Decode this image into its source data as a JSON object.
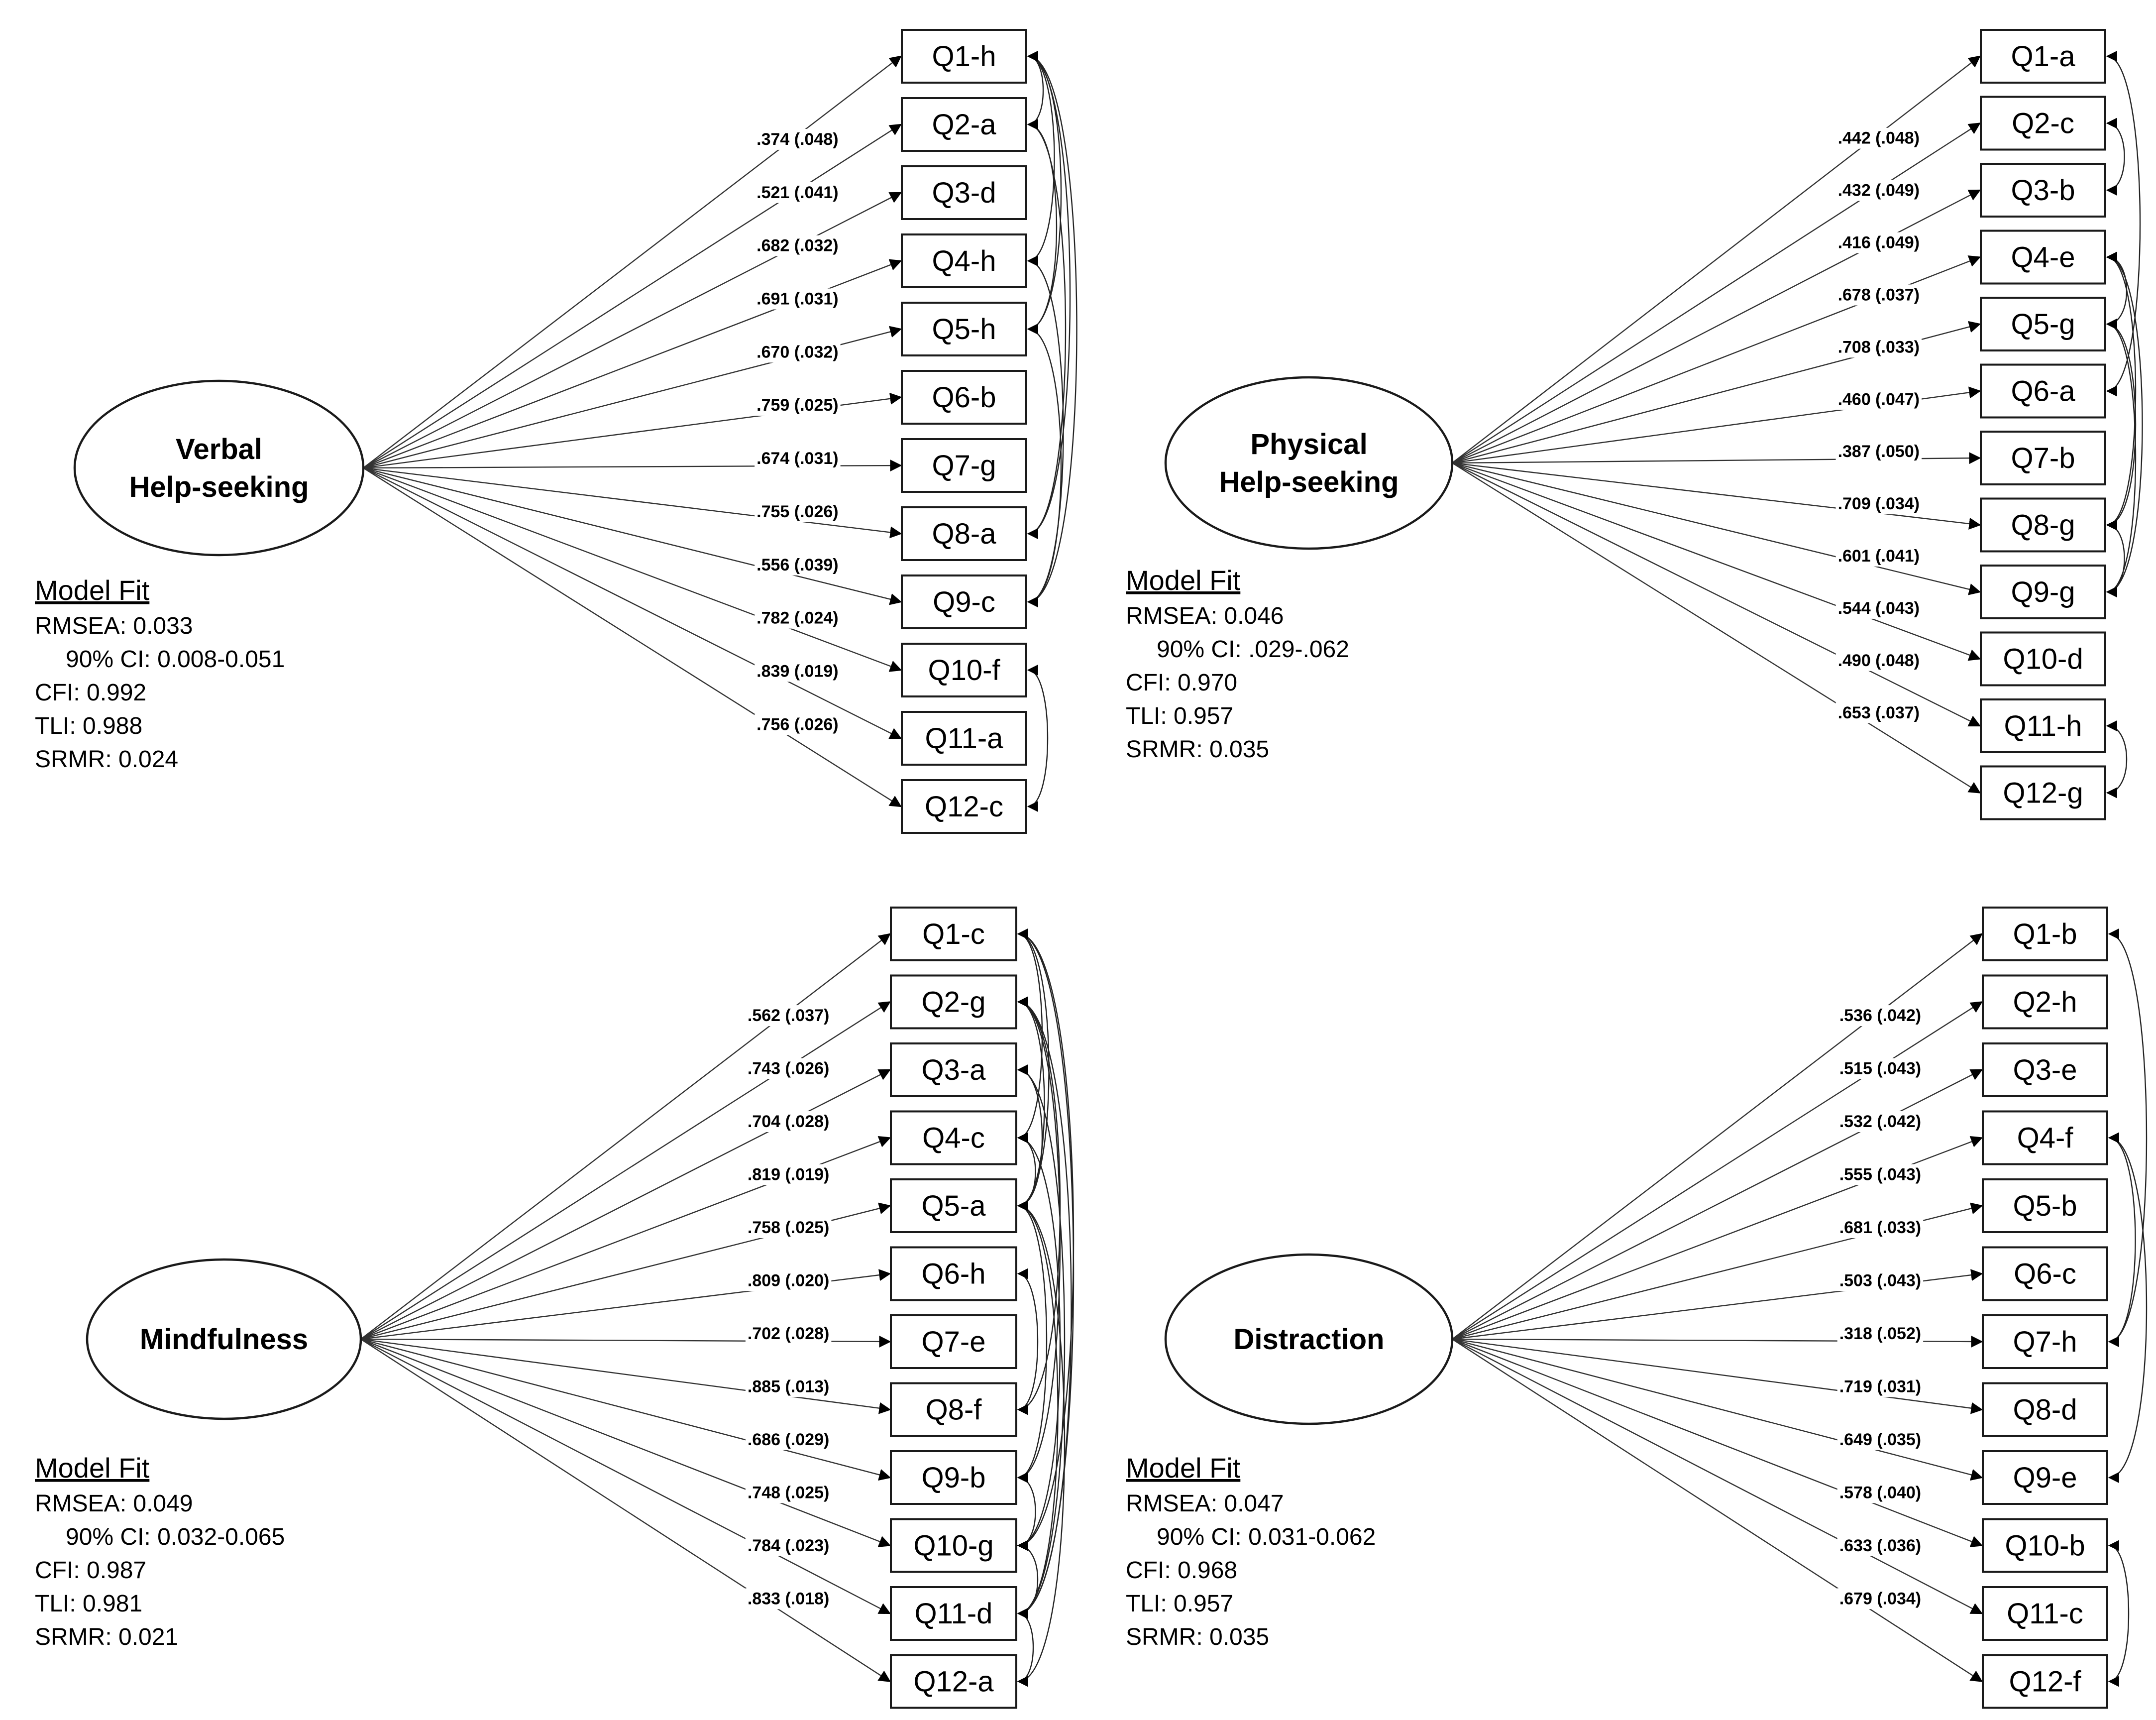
{
  "models": [
    {
      "latent": "Verbal\nHelp-seeking",
      "items": [
        {
          "label": "Q1-h",
          "loading": ".374 (.048)"
        },
        {
          "label": "Q2-a",
          "loading": ".521 (.041)"
        },
        {
          "label": "Q3-d",
          "loading": ".682 (.032)"
        },
        {
          "label": "Q4-h",
          "loading": ".691 (.031)"
        },
        {
          "label": "Q5-h",
          "loading": ".670 (.032)"
        },
        {
          "label": "Q6-b",
          "loading": ".759 (.025)"
        },
        {
          "label": "Q7-g",
          "loading": ".674 (.031)"
        },
        {
          "label": "Q8-a",
          "loading": ".755 (.026)"
        },
        {
          "label": "Q9-c",
          "loading": ".556 (.039)"
        },
        {
          "label": "Q10-f",
          "loading": ".782 (.024)"
        },
        {
          "label": "Q11-a",
          "loading": ".839 (.019)"
        },
        {
          "label": "Q12-c",
          "loading": ".756 (.026)"
        }
      ],
      "covariances": [
        [
          1,
          2
        ],
        [
          1,
          4
        ],
        [
          1,
          5
        ],
        [
          1,
          8
        ],
        [
          1,
          9
        ],
        [
          2,
          5
        ],
        [
          2,
          8
        ],
        [
          4,
          9
        ],
        [
          5,
          9
        ],
        [
          10,
          12
        ]
      ],
      "fit": {
        "heading": "Model Fit",
        "lines": [
          "RMSEA: 0.033",
          "   90% CI: 0.008-0.051",
          "CFI:  0.992",
          "TLI:  0.988",
          "SRMR:  0.024"
        ]
      }
    },
    {
      "latent": "Physical\nHelp-seeking",
      "items": [
        {
          "label": "Q1-a",
          "loading": ".442 (.048)"
        },
        {
          "label": "Q2-c",
          "loading": ".432 (.049)"
        },
        {
          "label": "Q3-b",
          "loading": ".416 (.049)"
        },
        {
          "label": "Q4-e",
          "loading": ".678 (.037)"
        },
        {
          "label": "Q5-g",
          "loading": ".708 (.033)"
        },
        {
          "label": "Q6-a",
          "loading": ".460 (.047)"
        },
        {
          "label": "Q7-b",
          "loading": ".387 (.050)"
        },
        {
          "label": "Q8-g",
          "loading": ".709 (.034)"
        },
        {
          "label": "Q9-g",
          "loading": ".601 (.041)"
        },
        {
          "label": "Q10-d",
          "loading": ".544 (.043)"
        },
        {
          "label": "Q11-h",
          "loading": ".490 (.048)"
        },
        {
          "label": "Q12-g",
          "loading": ".653 (.037)"
        }
      ],
      "covariances": [
        [
          1,
          6
        ],
        [
          2,
          3
        ],
        [
          4,
          5
        ],
        [
          4,
          8
        ],
        [
          4,
          9
        ],
        [
          5,
          8
        ],
        [
          5,
          9
        ],
        [
          8,
          9
        ],
        [
          11,
          12
        ]
      ],
      "fit": {
        "heading": "Model Fit",
        "lines": [
          "RMSEA: 0.046",
          "   90% CI: .029-.062",
          "CFI: 0.970",
          "TLI:  0.957",
          "SRMR:  0.035"
        ]
      }
    },
    {
      "latent": "Mindfulness",
      "items": [
        {
          "label": "Q1-c",
          "loading": ".562 (.037)"
        },
        {
          "label": "Q2-g",
          "loading": ".743 (.026)"
        },
        {
          "label": "Q3-a",
          "loading": ".704 (.028)"
        },
        {
          "label": "Q4-c",
          "loading": ".819 (.019)"
        },
        {
          "label": "Q5-a",
          "loading": ".758 (.025)"
        },
        {
          "label": "Q6-h",
          "loading": ".809 (.020)"
        },
        {
          "label": "Q7-e",
          "loading": ".702 (.028)"
        },
        {
          "label": "Q8-f",
          "loading": ".885 (.013)"
        },
        {
          "label": "Q9-b",
          "loading": ".686 (.029)"
        },
        {
          "label": "Q10-g",
          "loading": ".748 (.025)"
        },
        {
          "label": "Q11-d",
          "loading": ".784 (.023)"
        },
        {
          "label": "Q12-a",
          "loading": ".833 (.018)"
        }
      ],
      "covariances": [
        [
          1,
          4
        ],
        [
          1,
          5
        ],
        [
          1,
          10
        ],
        [
          1,
          11
        ],
        [
          2,
          5
        ],
        [
          2,
          8
        ],
        [
          2,
          9
        ],
        [
          2,
          11
        ],
        [
          3,
          5
        ],
        [
          3,
          11
        ],
        [
          4,
          5
        ],
        [
          4,
          10
        ],
        [
          5,
          9
        ],
        [
          5,
          11
        ],
        [
          5,
          12
        ],
        [
          6,
          8
        ],
        [
          9,
          10
        ],
        [
          10,
          11
        ],
        [
          11,
          12
        ]
      ],
      "fit": {
        "heading": "Model Fit",
        "lines": [
          "RMSEA: 0.049",
          "   90% CI: 0.032-0.065",
          "CFI:  0.987",
          "TLI:  0.981",
          "SRMR:  0.021"
        ]
      }
    },
    {
      "latent": "Distraction",
      "items": [
        {
          "label": "Q1-b",
          "loading": ".536 (.042)"
        },
        {
          "label": "Q2-h",
          "loading": ".515 (.043)"
        },
        {
          "label": "Q3-e",
          "loading": ".532 (.042)"
        },
        {
          "label": "Q4-f",
          "loading": ".555 (.043)"
        },
        {
          "label": "Q5-b",
          "loading": ".681 (.033)"
        },
        {
          "label": "Q6-c",
          "loading": ".503 (.043)"
        },
        {
          "label": "Q7-h",
          "loading": ".318 (.052)"
        },
        {
          "label": "Q8-d",
          "loading": ".719 (.031)"
        },
        {
          "label": "Q9-e",
          "loading": ".649 (.035)"
        },
        {
          "label": "Q10-b",
          "loading": ".578 (.040)"
        },
        {
          "label": "Q11-c",
          "loading": ".633 (.036)"
        },
        {
          "label": "Q12-f",
          "loading": ".679 (.034)"
        }
      ],
      "covariances": [
        [
          1,
          7
        ],
        [
          4,
          7
        ],
        [
          4,
          9
        ],
        [
          10,
          12
        ]
      ],
      "fit": {
        "heading": "Model Fit",
        "lines": [
          "RMSEA: 0.047",
          "   90% CI: 0.031-0.062",
          "CFI:  0.968",
          "TLI:  0.957",
          "SRMR:  0.035"
        ]
      }
    }
  ]
}
